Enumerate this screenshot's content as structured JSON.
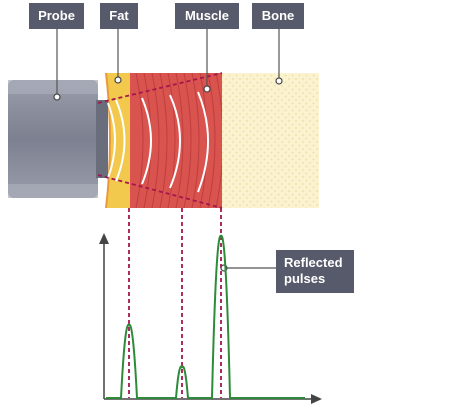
{
  "labels": {
    "probe": "Probe",
    "fat": "Fat",
    "muscle": "Muscle",
    "bone": "Bone",
    "reflected_line1": "Reflected",
    "reflected_line2": "pulses"
  },
  "colors": {
    "label_bg": "#575a6b",
    "probe_body": "#8a8d9a",
    "fat": "#f2c94c",
    "muscle": "#d9534f",
    "bone": "#fbf2d0",
    "beam_outline": "#a3174d",
    "echo_trace": "#2e8b3a",
    "axis": "#444444"
  },
  "icons": {
    "label_pointer": "dot-with-leader-line",
    "axis_end": "arrowhead"
  }
}
